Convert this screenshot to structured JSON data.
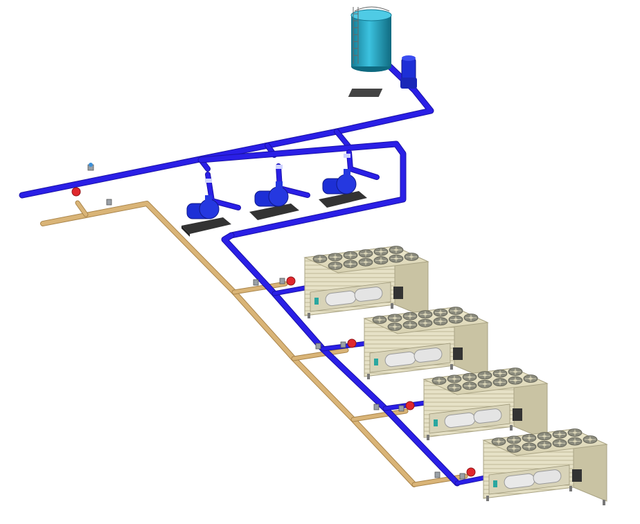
{
  "scene": {
    "description_visible_text": "",
    "components": {
      "expansion_tank": {
        "icon": "water-tank-icon"
      },
      "makeup_pump": {
        "icon": "vertical-pump-icon"
      },
      "circulation_pumps": [
        {
          "icon": "centrifugal-pump-icon"
        },
        {
          "icon": "centrifugal-pump-icon"
        },
        {
          "icon": "centrifugal-pump-icon"
        }
      ],
      "chillers": [
        {
          "icon": "air-cooled-chiller-icon",
          "fans": 12
        },
        {
          "icon": "air-cooled-chiller-icon",
          "fans": 12
        },
        {
          "icon": "air-cooled-chiller-icon",
          "fans": 12
        },
        {
          "icon": "air-cooled-chiller-icon",
          "fans": 12
        }
      ]
    },
    "colors": {
      "supply_pipe": "#2a1fe6",
      "supply_pipe_dark": "#1a12a8",
      "return_pipe": "#d9b477",
      "return_pipe_dark": "#a9844a",
      "tank": "#1f9fbf",
      "tank_dark": "#137a93",
      "pump": "#1d2fd6",
      "chiller_body": "#e8e3c8",
      "chiller_shadow": "#c9c3a3",
      "fan": "#7a7a6e",
      "valve_red": "#e0282d",
      "base_frame": "#555555"
    }
  }
}
